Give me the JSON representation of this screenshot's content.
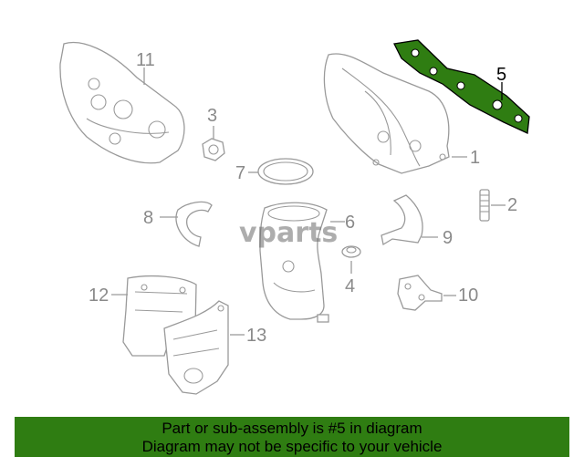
{
  "callouts": {
    "c1": "1",
    "c2": "2",
    "c3": "3",
    "c4": "4",
    "c5": "5",
    "c6": "6",
    "c7": "7",
    "c8": "8",
    "c9": "9",
    "c10": "10",
    "c11": "11",
    "c12": "12",
    "c13": "13"
  },
  "highlight_color": "#2f7d12",
  "watermark": "vparts",
  "banner": {
    "line1": "Part or sub-assembly is #5 in diagram",
    "line2": "Diagram may not be specific to your vehicle",
    "background": "#2f7d12"
  }
}
